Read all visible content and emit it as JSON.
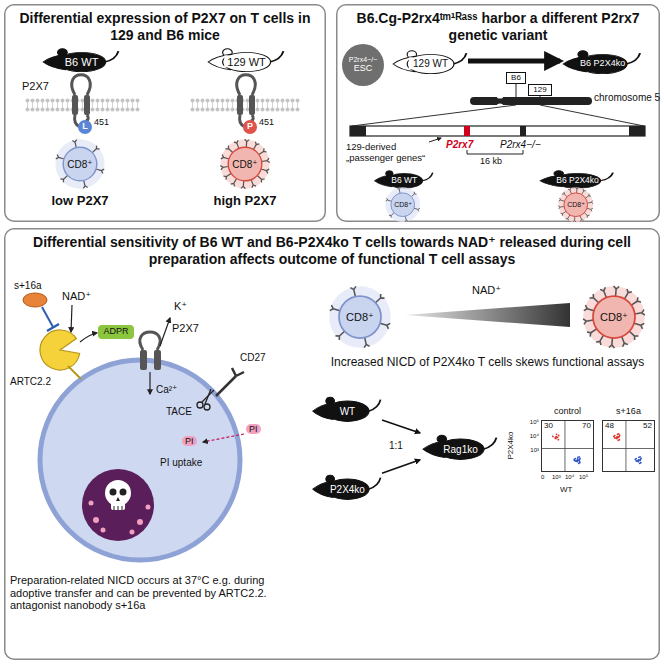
{
  "diagram": {
    "nodes": [
      {
        "text": [
          "Differential expression of P2X7 on T cells in 129 and B6 mice"
        ]
      },
      {
        "text": [
          "B6 WT"
        ],
        "in": 0
      },
      {
        "text": [
          "129 WT"
        ],
        "in": 0
      },
      {
        "text": [
          "L"
        ],
        "in": 0
      },
      {
        "text": [
          "P"
        ],
        "in": 0
      },
      {
        "text": [
          "CD8⁺"
        ],
        "in": 0
      },
      {
        "text": [
          "CD8⁺"
        ],
        "in": 0
      },
      {
        "text": [
          "B6.Cg-P2rx4ᵗᵐ¹ᴿᵃˢˢ harbor a different P2rx7 genetic variant"
        ]
      },
      {
        "text": [
          "P2rx4−/−",
          "ESC"
        ],
        "in": 7
      },
      {
        "text": [
          "129 WT"
        ],
        "in": 7
      },
      {
        "text": [
          "B6"
        ],
        "in": 7
      },
      {
        "text": [
          "129"
        ],
        "in": 7
      },
      {
        "text": [
          "B6 P2X4ko"
        ],
        "in": 7
      },
      {
        "text": [
          "B6 WT"
        ],
        "in": 7
      },
      {
        "text": [
          "B6 P2X4ko"
        ],
        "in": 7
      },
      {
        "text": [
          "CD8⁺"
        ],
        "in": 7
      },
      {
        "text": [
          "CD8⁺"
        ],
        "in": 7
      },
      {
        "text": [
          "Differential sensitivity of B6 WT and B6-P2X4ko T cells towards NAD⁺ released during cell preparation affects outcome of functional T cell assays"
        ]
      },
      {
        "text": [
          "ADPR"
        ],
        "in": 17
      },
      {
        "text": [
          "CD8⁺"
        ],
        "in": 17
      },
      {
        "text": [
          "CD8⁺"
        ],
        "in": 17
      },
      {
        "text": [
          "WT"
        ],
        "in": 17
      },
      {
        "text": [
          "P2X4ko"
        ],
        "in": 17
      },
      {
        "text": [
          "Rag1ko"
        ],
        "in": 17
      },
      {
        "text": [
          "control",
          "30",
          "70"
        ],
        "in": 17
      },
      {
        "text": [
          "s+16a",
          "48",
          "52"
        ],
        "in": 17
      }
    ],
    "edges": [
      {
        "from": 9,
        "to": 12,
        "arrow": "to"
      },
      {
        "from": 21,
        "to": 23,
        "arrow": "to"
      },
      {
        "from": 22,
        "to": 23,
        "arrow": "to"
      }
    ],
    "labels": [
      "P2X7",
      "451",
      "451",
      "low P2X7",
      "high P2X7",
      "chromosome 5",
      "129-derived „passenger genes“",
      "P2rx7",
      "P2rx4−/−",
      "16 kb",
      "s+16a",
      "NAD⁺",
      "K⁺",
      "P2X7",
      "ARTC2.2",
      "Ca²⁺",
      "TACE",
      "CD27",
      "PI",
      "PI",
      "PI uptake",
      "Preparation-related NICD occurs at 37°C e.g. during adoptive transfer and can be prevented by ARTC2.2. antagonist nanobody s+16a",
      "NAD⁺",
      "Increased NICD of P2X4ko T cells skews functional assays",
      "1:1",
      "P2X4ko",
      "WT",
      "10⁵",
      "10⁴",
      "10³",
      "0",
      "10³",
      "10⁴",
      "10⁵"
    ]
  }
}
